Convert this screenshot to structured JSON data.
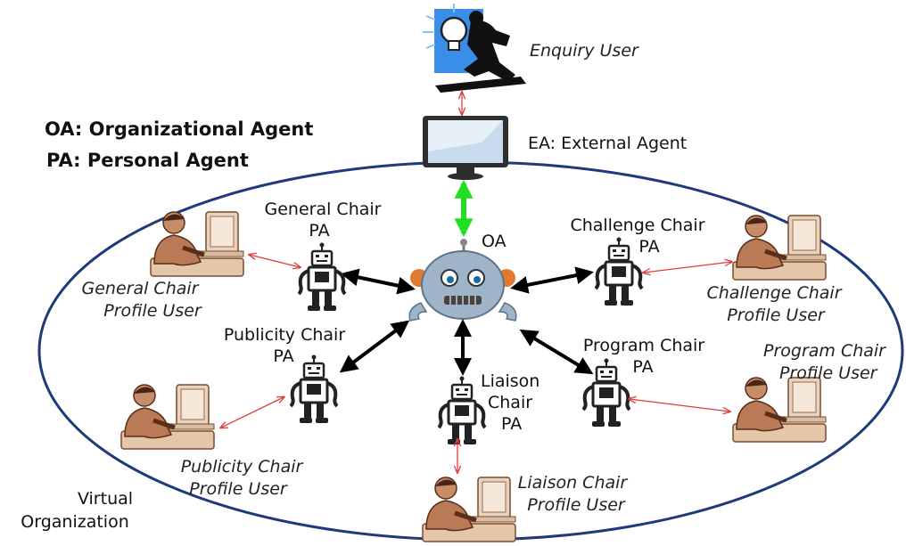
{
  "legend": {
    "oa": "OA: Organizational Agent",
    "pa": "PA: Personal Agent"
  },
  "enquiry_user": "Enquiry User",
  "external_agent": "EA: External Agent",
  "organizational_agent": "OA",
  "virtual_org": {
    "line1": "Virtual",
    "line2": "Organization"
  },
  "agents": {
    "general": {
      "line1": "General Chair",
      "line2": "PA"
    },
    "challenge": {
      "line1": "Challenge Chair",
      "line2": "PA"
    },
    "publicity": {
      "line1": "Publicity Chair",
      "line2": "PA"
    },
    "program": {
      "line1": "Program Chair",
      "line2": "PA"
    },
    "liaison": {
      "line1": "Liaison",
      "line2": "Chair",
      "line3": "PA"
    }
  },
  "users": {
    "general": {
      "line1": "General Chair",
      "line2": "Profile User"
    },
    "challenge": {
      "line1": "Challenge Chair",
      "line2": "Profile User"
    },
    "publicity": {
      "line1": "Publicity Chair",
      "line2": "Profile User"
    },
    "program": {
      "line1": "Program Chair",
      "line2": "Profile User"
    },
    "liaison": {
      "line1": "Liaison Chair",
      "line2": "Profile User"
    }
  },
  "colors": {
    "ellipse": "#1f3a7a",
    "oa_link": "#000000",
    "ea_link": "#22dd22",
    "user_link": "#e23a3a",
    "user_skin": "#c98c68",
    "robot": "#222222",
    "oa_robot": "#9fb4c8"
  },
  "icons": {
    "enquiry": "lightbulb-running-person-icon",
    "external_agent": "computer-monitor-icon",
    "organizational_agent": "oa-robot-icon",
    "personal_agent": "pa-robot-icon",
    "profile_user": "user-at-desk-icon"
  }
}
